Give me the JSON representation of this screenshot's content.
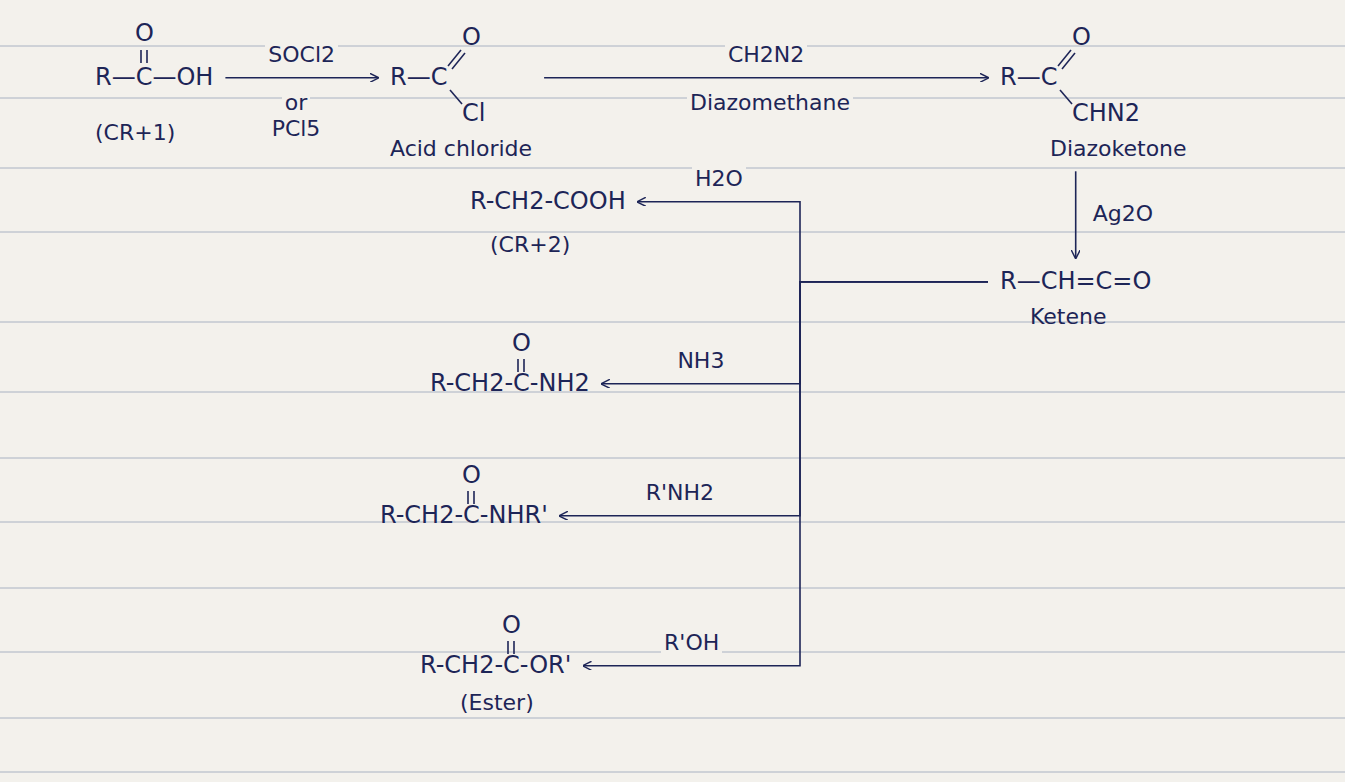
{
  "diagram": {
    "nodes": [
      {
        "text": [
          "O",
          "R—C—OH",
          "(CR+1)"
        ]
      },
      {
        "text": [
          "R—C",
          "O",
          "Cl",
          "Acid chloride"
        ]
      },
      {
        "text": [
          "R—C",
          "O",
          "CHN2",
          "Diazoketone"
        ]
      },
      {
        "text": [
          "R—CH=C=O",
          "Ketene"
        ]
      },
      {
        "text": [
          "R-CH2-COOH",
          "(CR+2)"
        ]
      },
      {
        "text": [
          "O",
          "R-CH2-C-NH2"
        ]
      },
      {
        "text": [
          "O",
          "R-CH2-C-NHR'"
        ]
      },
      {
        "text": [
          "O",
          "R-CH2-C-OR'",
          "(Ester)"
        ]
      }
    ],
    "edges": [
      {
        "from": 0,
        "to": 1,
        "arrow": "to",
        "label": "SOCl2"
      },
      {
        "from": 1,
        "to": 2,
        "arrow": "to",
        "label": "CH2N2"
      },
      {
        "from": 2,
        "to": 3,
        "arrow": "to",
        "label": "Ag2O"
      },
      {
        "from": 3,
        "to": 4,
        "arrow": "to",
        "label": "H2O"
      },
      {
        "from": 3,
        "to": 5,
        "arrow": "to",
        "label": "NH3"
      },
      {
        "from": 3,
        "to": 6,
        "arrow": "to",
        "label": "R'NH2"
      },
      {
        "from": 3,
        "to": 7,
        "arrow": "to",
        "label": "R'OH"
      }
    ],
    "labels": [
      "or",
      "PCl5",
      "Diazomethane"
    ]
  }
}
